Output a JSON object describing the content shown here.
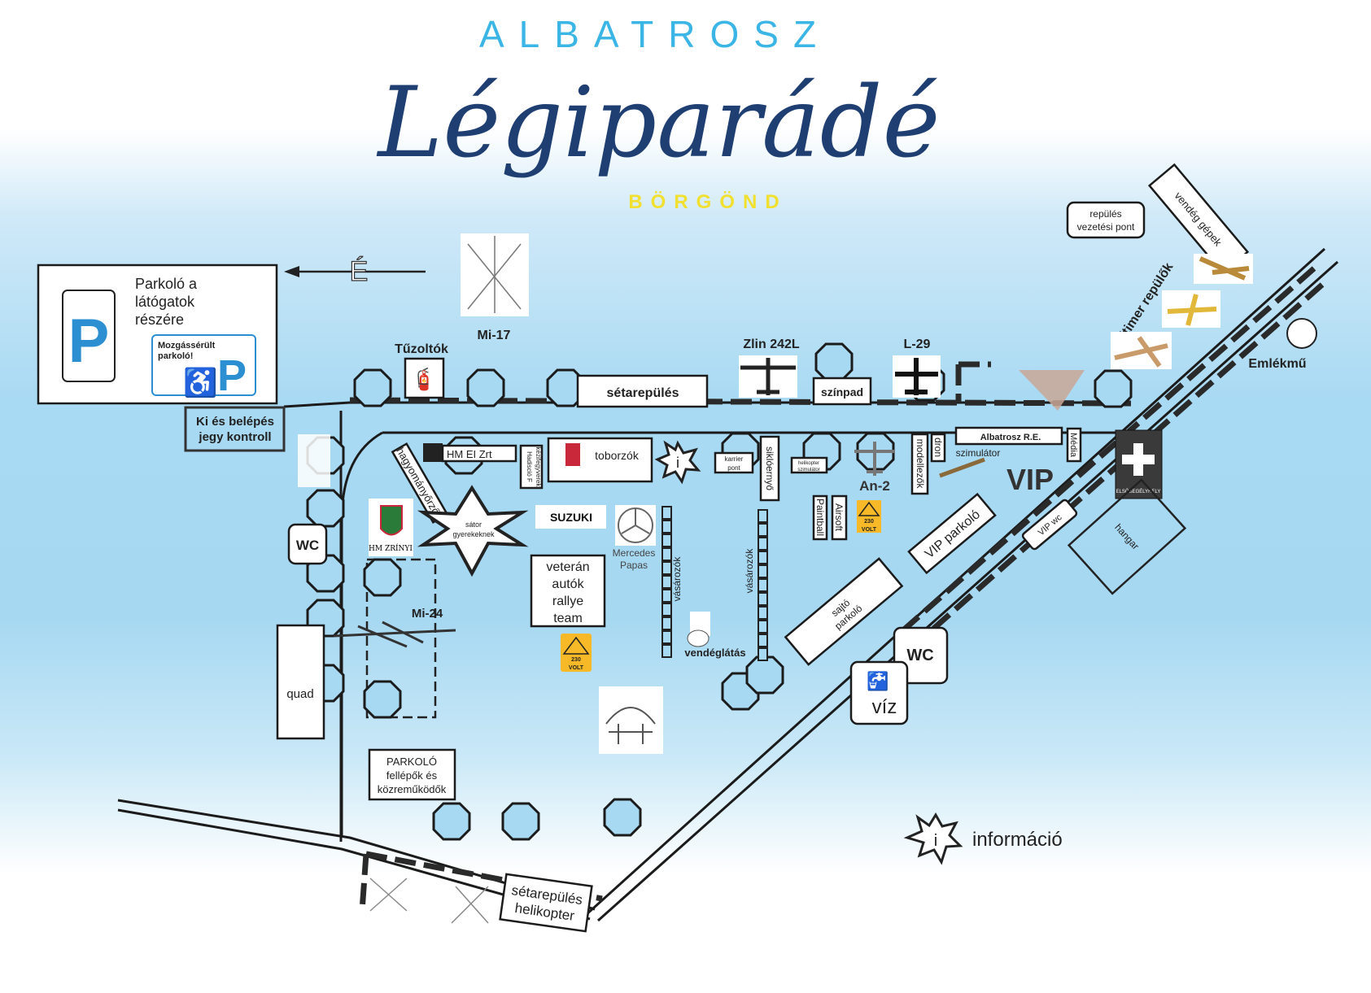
{
  "header": {
    "top": "ALBATROSZ",
    "script": "Légiparádé",
    "place": "BÖRGÖND"
  },
  "colors": {
    "top": "#3ab5e6",
    "script": "#1f3f73",
    "place": "#f2e030",
    "parking_p": "#2b8fd1",
    "warning": "#f7b928"
  },
  "north": "É",
  "parking": {
    "lines": [
      "Parkoló a",
      "látógatok",
      "részére"
    ],
    "p": "P",
    "disabled_lines": [
      "Mozgássérült",
      "parkoló!"
    ]
  },
  "ticket": [
    "Ki és belépés",
    "jegy kontroll"
  ],
  "labels": {
    "mi17": "Mi-17",
    "tuzoltok": "Tűzoltók",
    "setarepules": "sétarepülés",
    "zlin": "Zlin 242L",
    "szinpad": "színpad",
    "l29": "L-29",
    "oldtimer": "oldtimer repülők",
    "vendeg": "vendég gépek",
    "repvez": [
      "repülés",
      "vezetési pont"
    ],
    "emlekmu": "Emlékmű",
    "albatrosz_re": "Albatrosz R.E.",
    "media": "Média",
    "vip": "VIP",
    "vip_parkolo": "VIP parkoló",
    "vip_wc": "VIP wc",
    "hangar": "hangar",
    "elsosegely": "ELSŐSEGÉLYHELY",
    "sajto": [
      "sajtó",
      "parkoló"
    ],
    "wc": "WC",
    "viz": "víz",
    "hm_ei": "HM EI Zrt",
    "hagyomany": "hagyományőrzők",
    "kezifegyverek": [
      "Hadisció F",
      "kézifegyverek"
    ],
    "toborzok": "toborzók",
    "karrier": [
      "karrier",
      "pont"
    ],
    "sikloernyo": "siklóernyő",
    "heli_szim": [
      "helikopter",
      "szimulátor"
    ],
    "an2": "An-2",
    "modellezok": "modellezők",
    "dron": "dron",
    "szimulator": "szimulátor",
    "paintball": "Paintball",
    "airsoft": "Airsoft",
    "sator": [
      "sátor",
      "gyerekeknek"
    ],
    "suzuki": "SUZUKI",
    "mercedes": [
      "Mercedes",
      "Papas"
    ],
    "vasarozok": "vásározók",
    "veteran": [
      "veterán",
      "autók",
      "rallye",
      "team"
    ],
    "volt": [
      "230",
      "VOLT"
    ],
    "vendeglatas": "vendéglátás",
    "hm_zrinyi": "HM ZRÍNYI",
    "wc_left": "WC",
    "mi24": "Mi-24",
    "quad": "quad",
    "parkolo_fellepok": [
      "PARKOLÓ",
      "fellépők és",
      "közreműködők"
    ],
    "seta_heli": [
      "sétarepülés",
      "helikopter"
    ],
    "info": "i",
    "legend_info": "információ"
  }
}
